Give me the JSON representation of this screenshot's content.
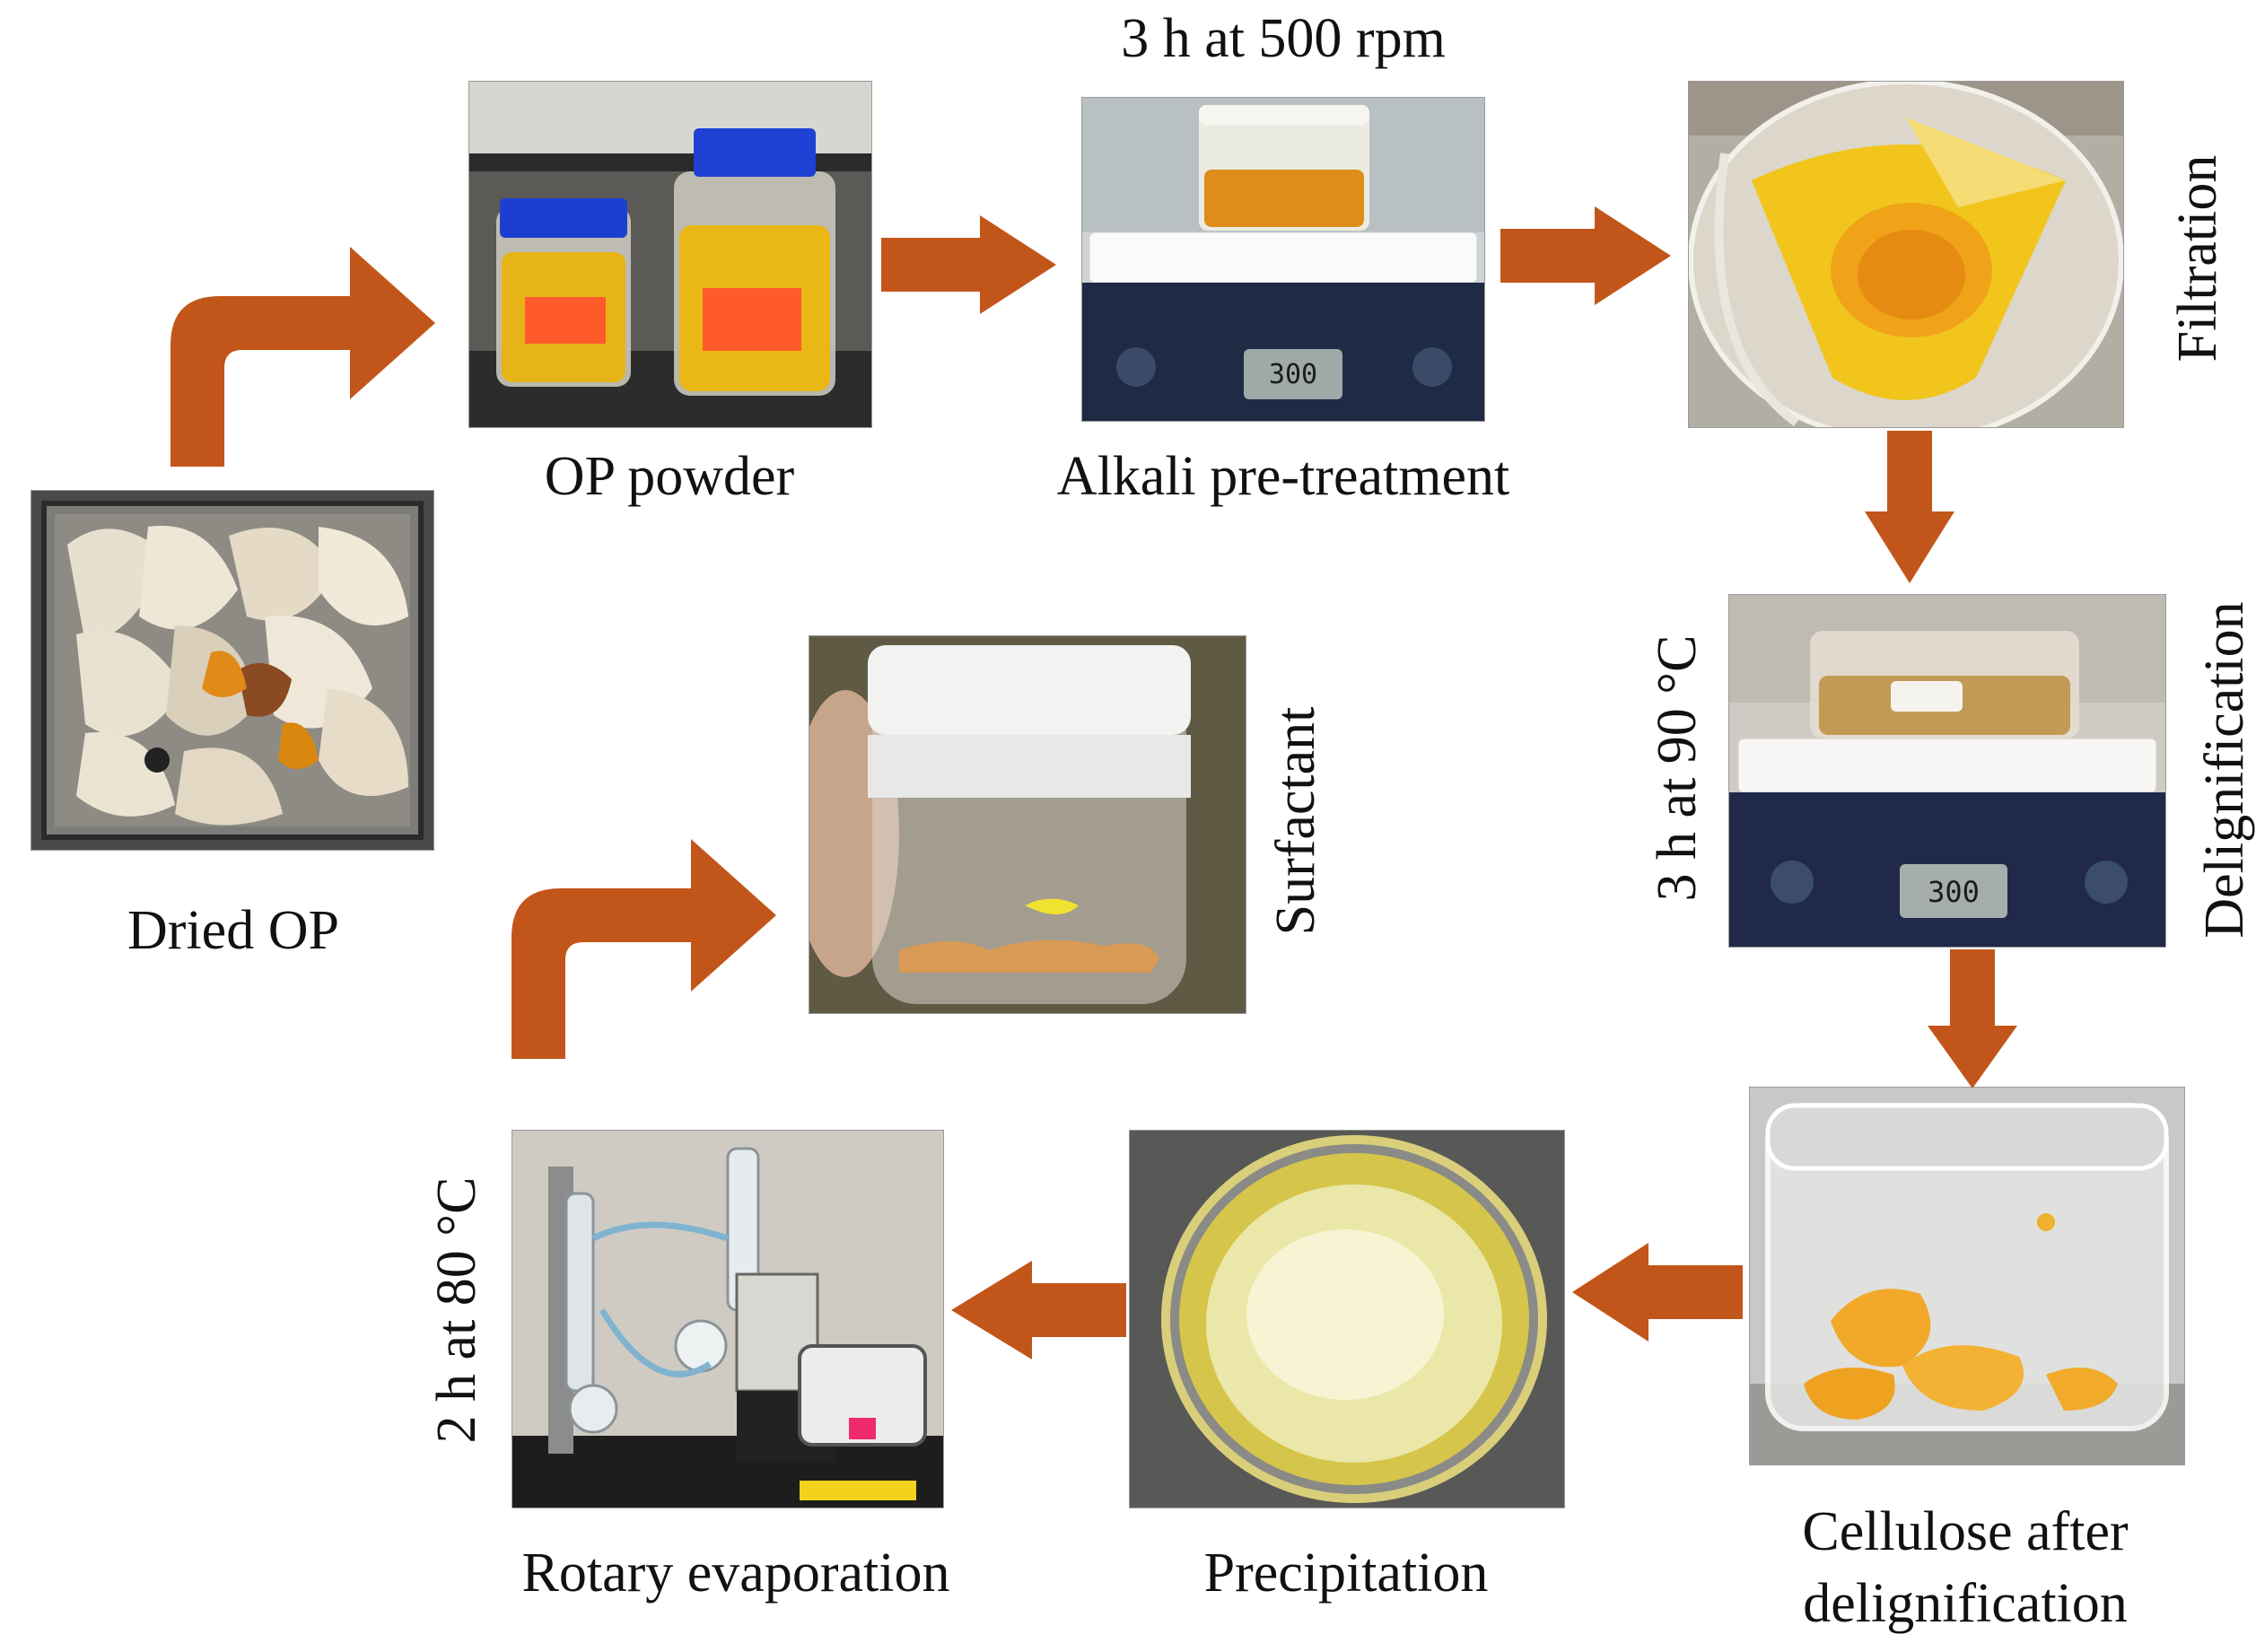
{
  "colors": {
    "arrow": "#C2561A",
    "text": "#111111",
    "background": "#FFFFFF"
  },
  "steps": {
    "dried_op": {
      "label": "Dried OP"
    },
    "op_powder": {
      "label": "OP powder"
    },
    "alkali": {
      "label": "Alkali pre-treatment",
      "condition": "3 h at 500 rpm"
    },
    "filtration": {
      "label": "Filtration"
    },
    "delignification": {
      "label": "Delignification",
      "condition": "3 h at 90 °C"
    },
    "cellulose": {
      "label_line1": "Cellulose after",
      "label_line2": "delignification"
    },
    "precipitation": {
      "label": "Precipitation"
    },
    "rotary": {
      "label": "Rotary evaporation",
      "condition": "2 h at 80 °C"
    },
    "surfactant": {
      "label": "Surfactant"
    }
  },
  "photo_details": {
    "stirrer_display": "300"
  }
}
